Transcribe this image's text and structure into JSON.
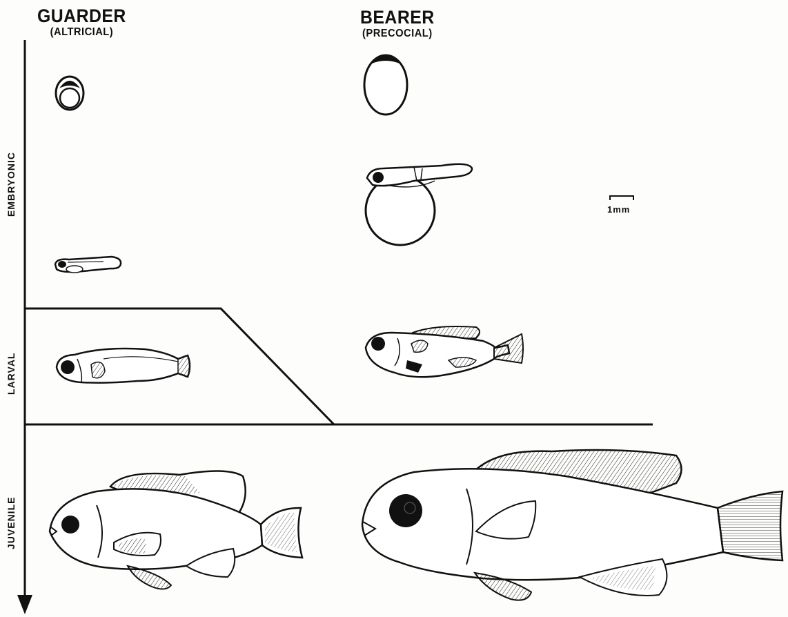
{
  "columns": {
    "guarder": {
      "title": "GUARDER",
      "subtitle": "(ALTRICIAL)"
    },
    "bearer": {
      "title": "BEARER",
      "subtitle": "(PRECOCIAL)"
    }
  },
  "stages": {
    "embryonic": "EMBRYONIC",
    "larval": "LARVAL",
    "juvenile": "JUVENILE"
  },
  "scale_bar": {
    "label": "1mm"
  }
}
